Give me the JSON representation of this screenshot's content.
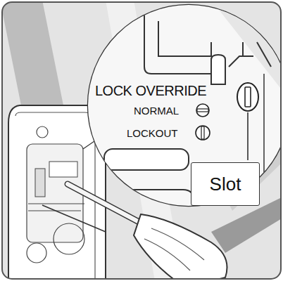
{
  "diagram": {
    "nodes": [
      {
        "text": [
          "Slot"
        ]
      }
    ],
    "labels": [
      "LOCK OVERRIDE",
      "NORMAL",
      "LOCKOUT"
    ]
  }
}
